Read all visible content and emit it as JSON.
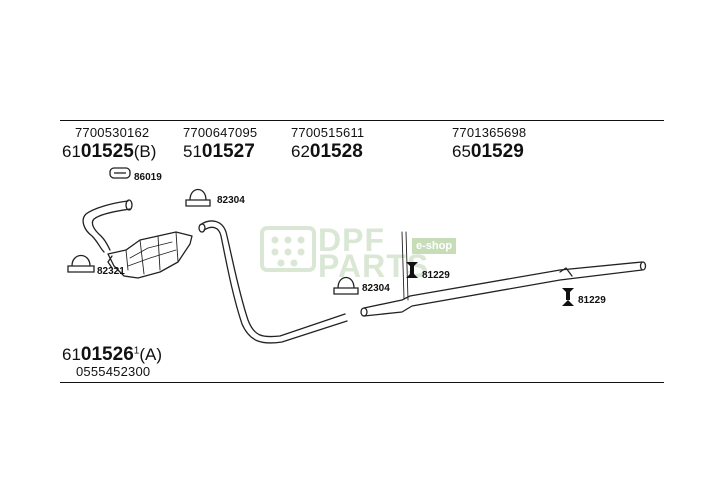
{
  "top_parts": [
    {
      "oem": "7700530162",
      "prefix": "61",
      "main": "01525",
      "suffix": "(B)"
    },
    {
      "oem": "7700647095",
      "prefix": "51",
      "main": "01527",
      "suffix": ""
    },
    {
      "oem": "7700515611",
      "prefix": "62",
      "main": "01528",
      "suffix": ""
    },
    {
      "oem": "7701365698",
      "prefix": "65",
      "main": "01529",
      "suffix": ""
    }
  ],
  "bottom_part": {
    "prefix": "61",
    "main": "01526",
    "sup": "1",
    "suffix": "(A)",
    "oem": "0555452300"
  },
  "callouts": {
    "clamp_86019": "86019",
    "clamp_82304_a": "82304",
    "clamp_82321": "82321",
    "clamp_82304_b": "82304",
    "mount_81229_a": "81229",
    "mount_81229_b": "81229"
  },
  "watermark": {
    "text_1": "DPF",
    "text_2": "PARTS",
    "badge": "e-shop",
    "color": "#8fbf6f"
  }
}
